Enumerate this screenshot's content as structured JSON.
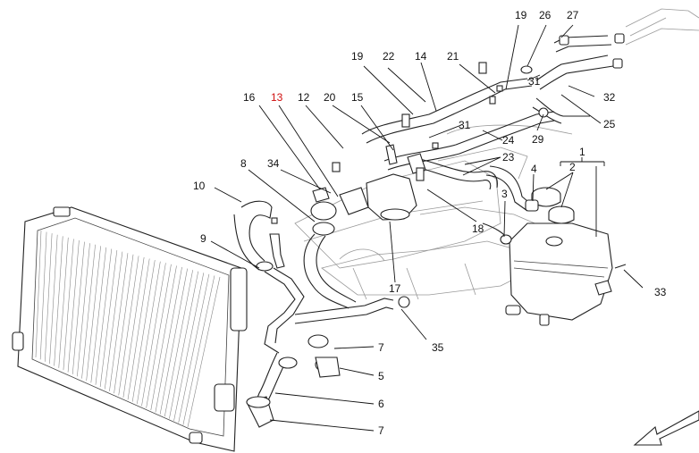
{
  "callouts": [
    {
      "id": "c1",
      "text": "1",
      "color": "#111111"
    },
    {
      "id": "c2",
      "text": "2",
      "color": "#111111"
    },
    {
      "id": "c3",
      "text": "3",
      "color": "#111111"
    },
    {
      "id": "c4",
      "text": "4",
      "color": "#111111"
    },
    {
      "id": "c5",
      "text": "5",
      "color": "#111111"
    },
    {
      "id": "c6",
      "text": "6",
      "color": "#111111"
    },
    {
      "id": "c7a",
      "text": "7",
      "color": "#111111"
    },
    {
      "id": "c7b",
      "text": "7",
      "color": "#111111"
    },
    {
      "id": "c8",
      "text": "8",
      "color": "#111111"
    },
    {
      "id": "c9",
      "text": "9",
      "color": "#111111"
    },
    {
      "id": "c10",
      "text": "10",
      "color": "#111111"
    },
    {
      "id": "c12",
      "text": "12",
      "color": "#111111"
    },
    {
      "id": "c13",
      "text": "13",
      "color": "#d01010"
    },
    {
      "id": "c14",
      "text": "14",
      "color": "#111111"
    },
    {
      "id": "c15",
      "text": "15",
      "color": "#111111"
    },
    {
      "id": "c16",
      "text": "16",
      "color": "#111111"
    },
    {
      "id": "c17",
      "text": "17",
      "color": "#111111"
    },
    {
      "id": "c18",
      "text": "18",
      "color": "#111111"
    },
    {
      "id": "c19a",
      "text": "19",
      "color": "#111111"
    },
    {
      "id": "c19b",
      "text": "19",
      "color": "#111111"
    },
    {
      "id": "c20",
      "text": "20",
      "color": "#111111"
    },
    {
      "id": "c21",
      "text": "21",
      "color": "#111111"
    },
    {
      "id": "c22",
      "text": "22",
      "color": "#111111"
    },
    {
      "id": "c23",
      "text": "23",
      "color": "#111111"
    },
    {
      "id": "c24",
      "text": "24",
      "color": "#111111"
    },
    {
      "id": "c25",
      "text": "25",
      "color": "#111111"
    },
    {
      "id": "c26",
      "text": "26",
      "color": "#111111"
    },
    {
      "id": "c27",
      "text": "27",
      "color": "#111111"
    },
    {
      "id": "c29",
      "text": "29",
      "color": "#111111"
    },
    {
      "id": "c31a",
      "text": "31",
      "color": "#111111"
    },
    {
      "id": "c31b",
      "text": "31",
      "color": "#111111"
    },
    {
      "id": "c32",
      "text": "32",
      "color": "#111111"
    },
    {
      "id": "c33",
      "text": "33",
      "color": "#111111"
    },
    {
      "id": "c34",
      "text": "34",
      "color": "#111111"
    },
    {
      "id": "c35",
      "text": "35",
      "color": "#111111"
    }
  ],
  "icons": {
    "direction_arrow": "front-direction-arrow-icon"
  },
  "colors": {
    "highlight": "#d01010",
    "line": "#111111"
  }
}
